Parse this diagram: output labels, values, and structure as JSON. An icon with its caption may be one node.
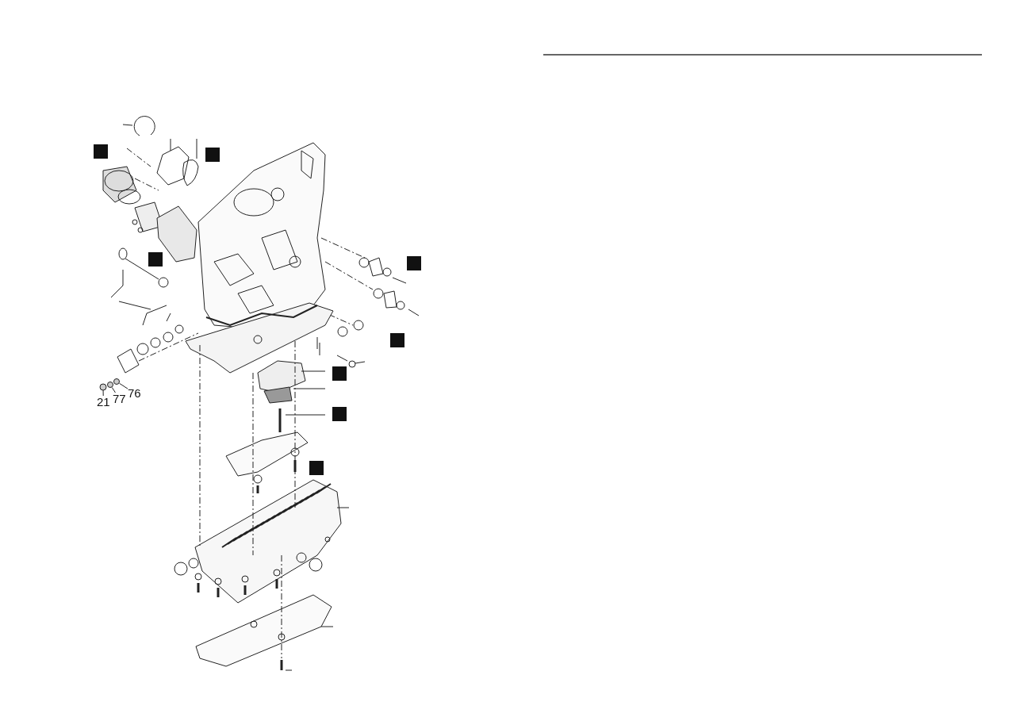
{
  "diagram": {
    "nodes": [
      {
        "text": [
          "21"
        ]
      },
      {
        "text": [
          "77"
        ]
      },
      {
        "text": [
          "76"
        ]
      },
      {
        "text": [],
        "shape": "circle"
      },
      {
        "text": [],
        "shape": "circle"
      },
      {
        "text": [],
        "shape": "circle"
      }
    ],
    "edges": [
      {
        "from": 0,
        "to": 3,
        "arrow": "none"
      },
      {
        "from": 1,
        "to": 4,
        "arrow": "none"
      },
      {
        "from": 2,
        "to": 5,
        "arrow": "none"
      }
    ]
  }
}
